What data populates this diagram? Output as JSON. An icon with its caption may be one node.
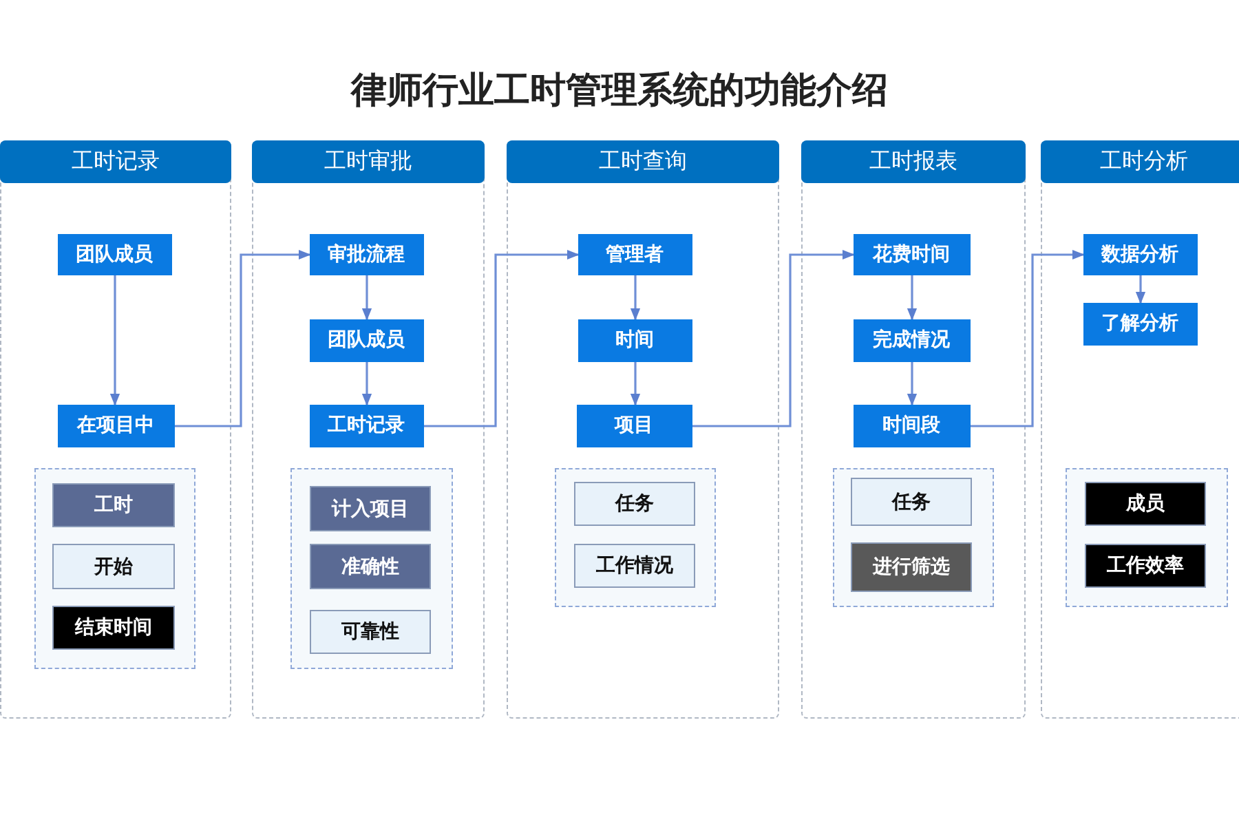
{
  "diagram": {
    "title": "律师行业工时管理系统的功能介绍",
    "nodes": [
      {
        "text": [
          "工时记录"
        ]
      },
      {
        "text": [
          "团队成员"
        ],
        "in": 0
      },
      {
        "text": [
          "在项目中"
        ],
        "in": 0
      },
      {
        "text": [],
        "shape": "box",
        "in": 0
      },
      {
        "text": [
          "工时"
        ],
        "in": 3
      },
      {
        "text": [
          "开始"
        ],
        "in": 3
      },
      {
        "text": [
          "结束时间"
        ],
        "in": 3
      },
      {
        "text": [
          "工时审批"
        ]
      },
      {
        "text": [
          "审批流程"
        ],
        "in": 7
      },
      {
        "text": [
          "团队成员"
        ],
        "in": 7
      },
      {
        "text": [
          "工时记录"
        ],
        "in": 7
      },
      {
        "text": [],
        "shape": "box",
        "in": 7
      },
      {
        "text": [
          "计入项目"
        ],
        "in": 11
      },
      {
        "text": [
          "准确性"
        ],
        "in": 11
      },
      {
        "text": [
          "可靠性"
        ],
        "in": 11
      },
      {
        "text": [
          "工时查询"
        ]
      },
      {
        "text": [
          "管理者"
        ],
        "in": 15
      },
      {
        "text": [
          "时间"
        ],
        "in": 15
      },
      {
        "text": [
          "项目"
        ],
        "in": 15
      },
      {
        "text": [],
        "shape": "box",
        "in": 15
      },
      {
        "text": [
          "任务"
        ],
        "in": 19
      },
      {
        "text": [
          "工作情况"
        ],
        "in": 19
      },
      {
        "text": [
          "工时报表"
        ]
      },
      {
        "text": [
          "花费时间"
        ],
        "in": 22
      },
      {
        "text": [
          "完成情况"
        ],
        "in": 22
      },
      {
        "text": [
          "时间段"
        ],
        "in": 22
      },
      {
        "text": [],
        "shape": "box",
        "in": 22
      },
      {
        "text": [
          "任务"
        ],
        "in": 26
      },
      {
        "text": [
          "进行筛选"
        ],
        "in": 26
      },
      {
        "text": [
          "工时分析"
        ]
      },
      {
        "text": [
          "数据分析"
        ],
        "in": 29
      },
      {
        "text": [
          "了解分析"
        ],
        "in": 29
      },
      {
        "text": [],
        "shape": "box",
        "in": 29
      },
      {
        "text": [
          "成员"
        ],
        "in": 32
      },
      {
        "text": [
          "工作效率"
        ],
        "in": 32
      }
    ],
    "edges": [
      {
        "from": 1,
        "to": 2,
        "arrow": "to"
      },
      {
        "from": 2,
        "to": 8,
        "arrow": "to"
      },
      {
        "from": 8,
        "to": 9,
        "arrow": "to"
      },
      {
        "from": 9,
        "to": 10,
        "arrow": "to"
      },
      {
        "from": 10,
        "to": 16,
        "arrow": "to"
      },
      {
        "from": 16,
        "to": 17,
        "arrow": "to"
      },
      {
        "from": 17,
        "to": 18,
        "arrow": "to"
      },
      {
        "from": 18,
        "to": 23,
        "arrow": "to"
      },
      {
        "from": 23,
        "to": 24,
        "arrow": "to"
      },
      {
        "from": 24,
        "to": 25,
        "arrow": "to"
      },
      {
        "from": 25,
        "to": 30,
        "arrow": "to"
      },
      {
        "from": 30,
        "to": 31,
        "arrow": "to"
      }
    ]
  }
}
